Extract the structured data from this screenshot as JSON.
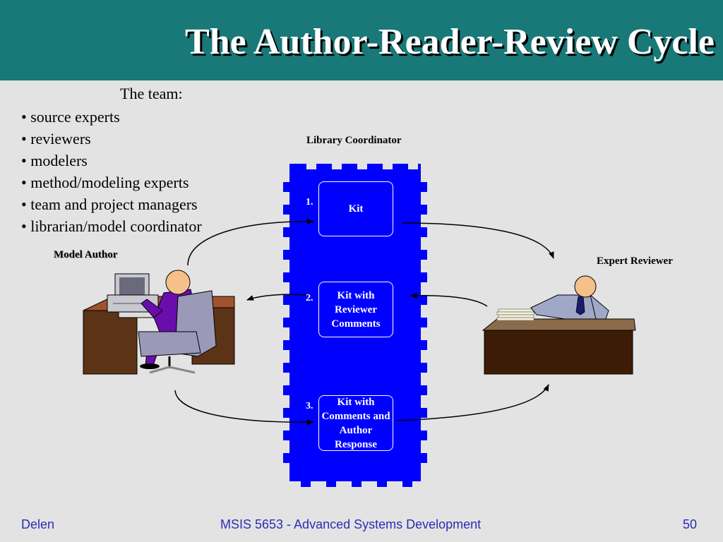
{
  "title": "The Author-Reader-Review Cycle",
  "team": {
    "heading": "The team:",
    "items": [
      "• source experts",
      "• reviewers",
      "• modelers",
      "• method/modeling experts",
      "• team and project managers",
      "• librarian/model coordinator"
    ]
  },
  "diagram": {
    "library_label": "Library  Coordinator",
    "model_author_label": "Model Author",
    "expert_reviewer_label": "Expert Reviewer",
    "steps": [
      {
        "number": "1.",
        "text": "Kit"
      },
      {
        "number": "2.",
        "text": "Kit with Reviewer Comments"
      },
      {
        "number": "3.",
        "text": "Kit with Comments and Author Response"
      }
    ]
  },
  "footer": {
    "left": "Delen",
    "center": "MSIS 5653 - Advanced Systems Development",
    "page": "50"
  },
  "colors": {
    "title_bar": "#197878",
    "background": "#e3e3e3",
    "library_block": "#0000ff",
    "footer_text": "#2d2db4"
  }
}
